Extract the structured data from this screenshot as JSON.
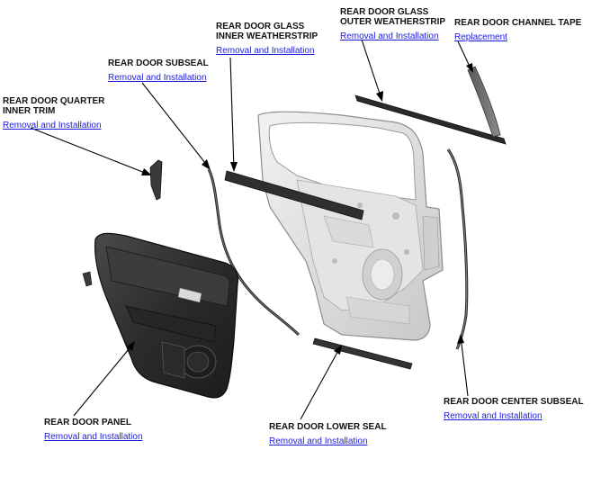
{
  "callouts": {
    "glass_inner": {
      "title": "REAR DOOR GLASS\nINNER WEATHERSTRIP",
      "link": "Removal and Installation"
    },
    "glass_outer": {
      "title": "REAR DOOR GLASS\nOUTER WEATHERSTRIP",
      "link": "Removal and Installation"
    },
    "channel_tape": {
      "title": "REAR DOOR CHANNEL TAPE",
      "link": "Replacement"
    },
    "subseal": {
      "title": "REAR DOOR SUBSEAL",
      "link": "Removal and Installation"
    },
    "quarter_trim": {
      "title": "REAR DOOR QUARTER\nINNER TRIM",
      "link": "Removal and Installation"
    },
    "panel": {
      "title": "REAR DOOR PANEL",
      "link": "Removal and Installation"
    },
    "lower_seal": {
      "title": "REAR DOOR LOWER SEAL",
      "link": "Removal and Installation"
    },
    "center_subseal": {
      "title": "REAR DOOR CENTER SUBSEAL",
      "link": "Removal and Installation"
    }
  },
  "colors": {
    "link": "#1a1adb",
    "text": "#111111",
    "part_dark": "#2a2a2a",
    "door_frame": "#d8d8d8"
  }
}
